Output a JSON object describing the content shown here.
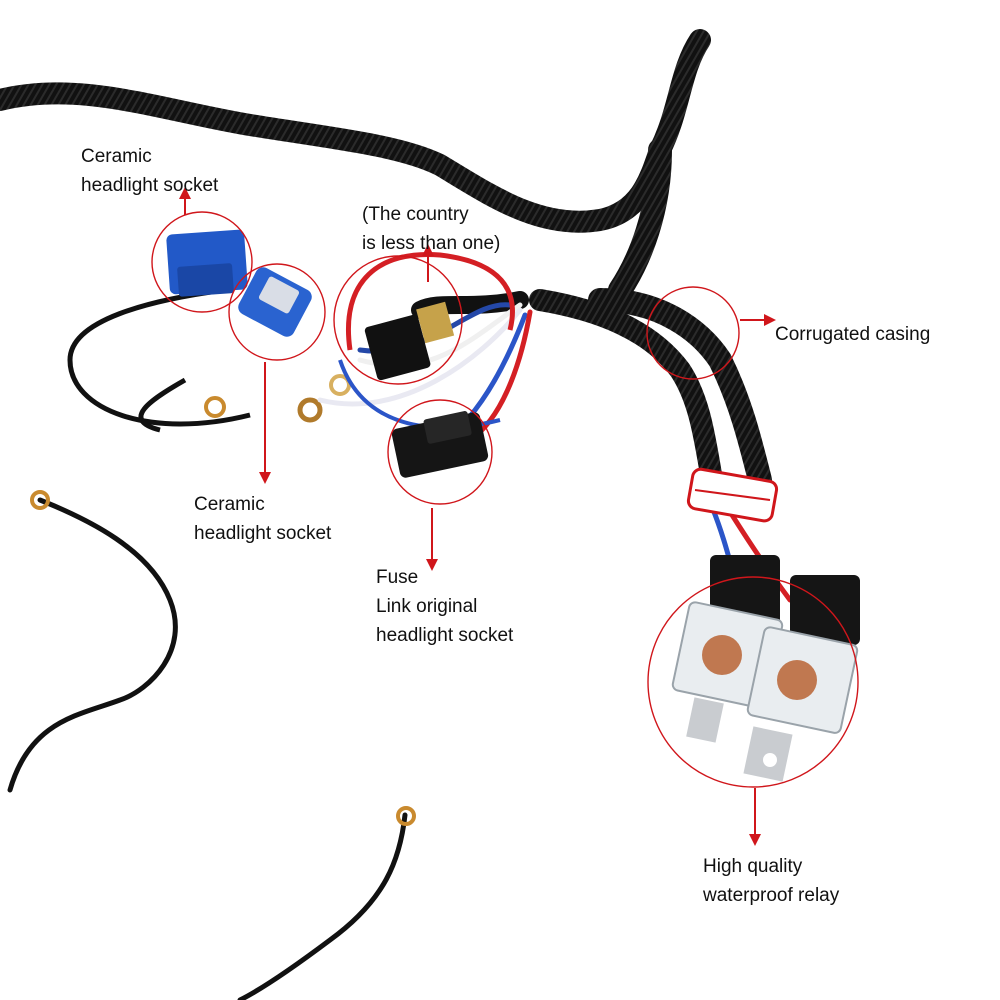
{
  "image": {
    "subject": "headlight relay wiring harness",
    "background": "#ffffff",
    "accent_color": "#d0161b"
  },
  "callouts": {
    "top_socket": {
      "line1": "Ceramic",
      "line2": "headlight socket"
    },
    "country_note": {
      "line1": "(The country",
      "line2": "is less than one)"
    },
    "casing": {
      "line1": "Corrugated casing"
    },
    "lower_socket": {
      "line1": "Ceramic",
      "line2": "headlight socket"
    },
    "fuse": {
      "line1": "Fuse",
      "line2": "Link original",
      "line3": "headlight socket"
    },
    "relay": {
      "line1": "High quality",
      "line2": "waterproof relay"
    }
  }
}
